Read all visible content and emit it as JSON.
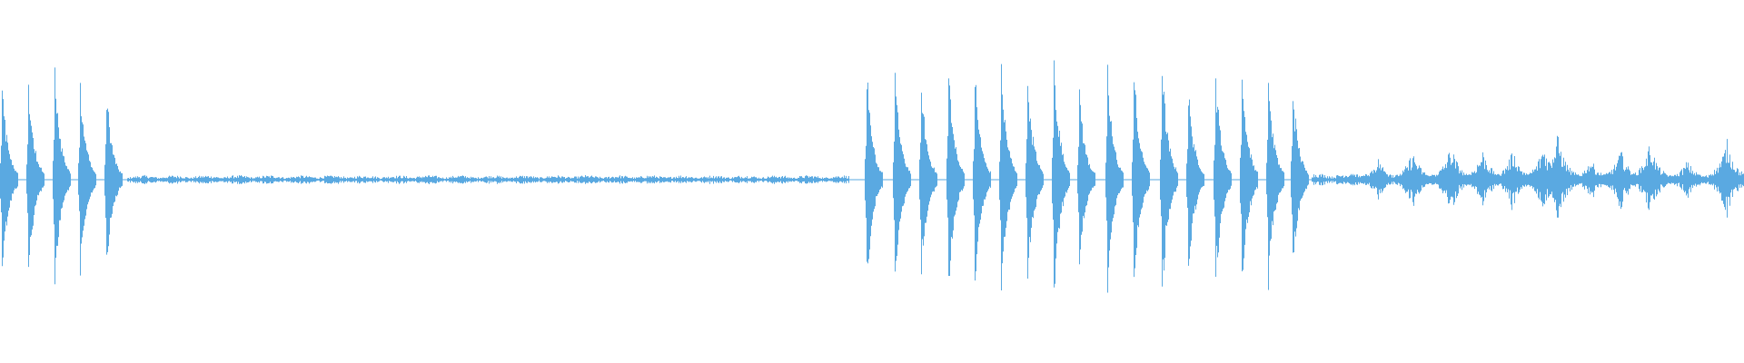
{
  "waveform": {
    "color": "#5aa9e1",
    "background": "#ffffff",
    "segments": [
      {
        "kind": "beats",
        "times": [
          0.001,
          0.016,
          0.031,
          0.046,
          0.061
        ],
        "amps": [
          0.88,
          0.89,
          1.0,
          0.91,
          0.82
        ]
      },
      {
        "kind": "noise",
        "start": 0.073,
        "end": 0.487,
        "amp": 0.04
      },
      {
        "kind": "beats",
        "times": [
          0.497,
          0.513,
          0.528,
          0.544,
          0.559,
          0.574,
          0.589,
          0.604,
          0.619,
          0.635,
          0.65,
          0.666,
          0.681,
          0.697,
          0.712,
          0.727,
          0.741
        ],
        "amps": [
          0.97,
          1.0,
          0.9,
          1.04,
          1.01,
          1.07,
          0.98,
          1.13,
          0.84,
          0.99,
          1.04,
          1.09,
          0.88,
          1.01,
          1.06,
          0.96,
          0.86
        ]
      },
      {
        "kind": "noise",
        "start": 0.752,
        "end": 0.79,
        "amp": 0.06
      },
      {
        "kind": "bursts",
        "times": [
          0.79,
          0.81,
          0.832,
          0.85,
          0.867,
          0.885,
          0.893,
          0.912,
          0.929,
          0.946,
          0.967,
          0.99
        ],
        "amps": [
          0.2,
          0.27,
          0.32,
          0.28,
          0.29,
          0.33,
          0.42,
          0.2,
          0.29,
          0.35,
          0.18,
          0.38
        ]
      }
    ]
  }
}
